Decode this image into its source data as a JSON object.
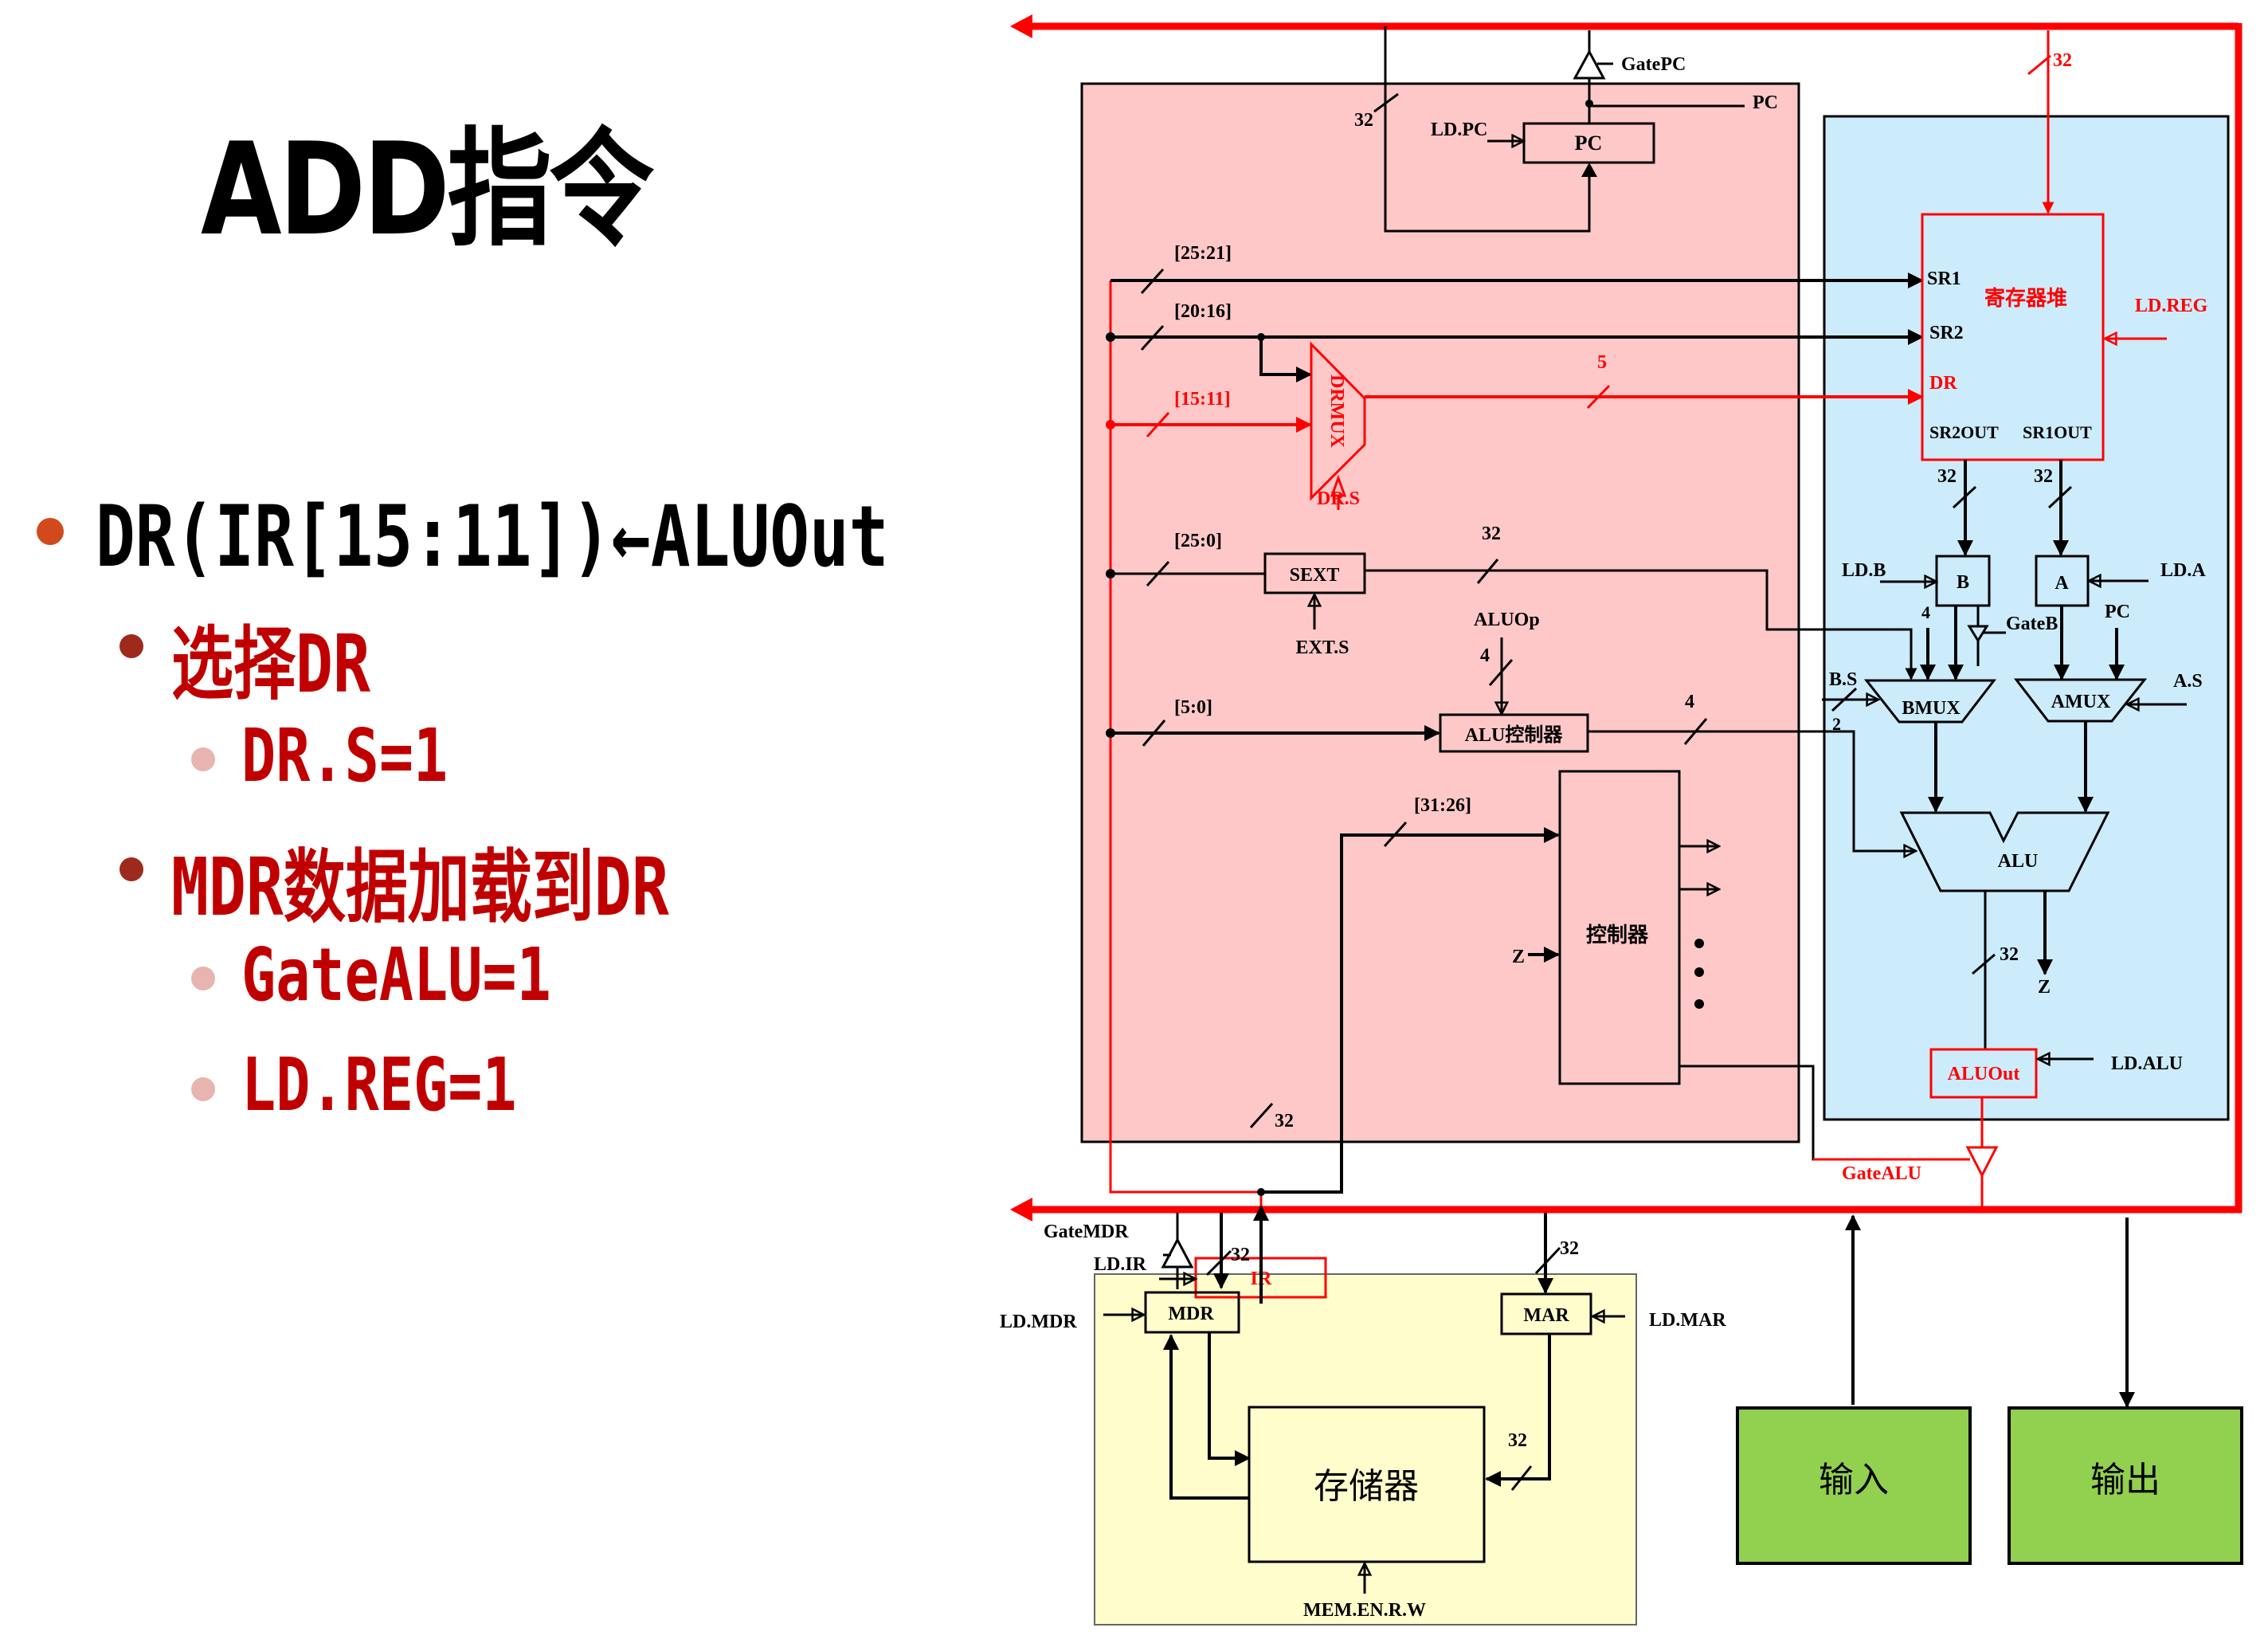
{
  "slide": {
    "title": "ADD指令",
    "bullets": [
      {
        "level": 1,
        "text": "DR(IR[15:11])←ALUOut",
        "bullet_color": "#D24A1C",
        "text_color": "#000000"
      },
      {
        "level": 2,
        "text": "选择DR",
        "bullet_color": "#9E2A1E",
        "text_color": "#C00000"
      },
      {
        "level": 3,
        "text": "DR.S=1",
        "bullet_color": "#E8B4B0",
        "text_color": "#C00000"
      },
      {
        "level": 2,
        "text": "MDR数据加载到DR",
        "bullet_color": "#9E2A1E",
        "text_color": "#C00000"
      },
      {
        "level": 3,
        "text": "GateALU=1",
        "bullet_color": "#E8B4B0",
        "text_color": "#C00000"
      },
      {
        "level": 3,
        "text": "LD.REG=1",
        "bullet_color": "#E8B4B0",
        "text_color": "#C00000"
      }
    ]
  },
  "colors": {
    "highlight": "#FF0000",
    "control_region": "#FFC8C8",
    "datapath_region": "#CCEBFB",
    "memory_region": "#FFFDCC",
    "io_block": "#92D050"
  },
  "diagram": {
    "control_unit": {
      "pc": {
        "label": "PC",
        "load": "LD.PC",
        "gate": "GatePC",
        "out_label": "PC",
        "width": "32"
      },
      "fields": {
        "f1": "[25:21]",
        "f2": "[20:16]",
        "f3": "[15:11]",
        "f4": "[25:0]",
        "f5": "[5:0]",
        "f6": "[31:26]"
      },
      "drmux": {
        "label": "DRMUX",
        "select": "DR.S",
        "width": "5"
      },
      "sext": {
        "label": "SEXT",
        "select": "EXT.S",
        "width": "32"
      },
      "alu_ctrl": {
        "label": "ALU控制器",
        "op": "ALUOp",
        "op_width": "4",
        "out_width": "4"
      },
      "controller": {
        "label": "控制器",
        "z_in": "Z"
      },
      "ir": {
        "label": "IR",
        "load": "LD.IR",
        "width": "32"
      }
    },
    "datapath": {
      "regfile": {
        "label": "寄存器堆",
        "sr1": "SR1",
        "sr2": "SR2",
        "dr": "DR",
        "sr2out": "SR2OUT",
        "sr1out": "SR1OUT",
        "load": "LD.REG",
        "in_width": "32",
        "out_width1": "32",
        "out_width2": "32"
      },
      "reg_b": {
        "label": "B",
        "load": "LD.B",
        "gate": "GateB"
      },
      "reg_a": {
        "label": "A",
        "load": "LD.A"
      },
      "bmux": {
        "label": "BMUX",
        "select": "B.S",
        "select_width": "2",
        "const": "4"
      },
      "amux": {
        "label": "AMUX",
        "select": "A.S",
        "pc_in": "PC"
      },
      "alu": {
        "label": "ALU",
        "z_out": "Z",
        "out_width": "32"
      },
      "aluout": {
        "label": "ALUOut",
        "load": "LD.ALU",
        "gate": "GateALU"
      }
    },
    "memory": {
      "mdr": {
        "label": "MDR",
        "load": "LD.MDR",
        "gate": "GateMDR",
        "width": "32"
      },
      "mar": {
        "label": "MAR",
        "load": "LD.MAR",
        "width": "32",
        "addr_width": "32"
      },
      "mem": {
        "label": "存储器",
        "ctrl": "MEM.EN.R.W"
      }
    },
    "io": {
      "input": "输入",
      "output": "输出"
    }
  }
}
